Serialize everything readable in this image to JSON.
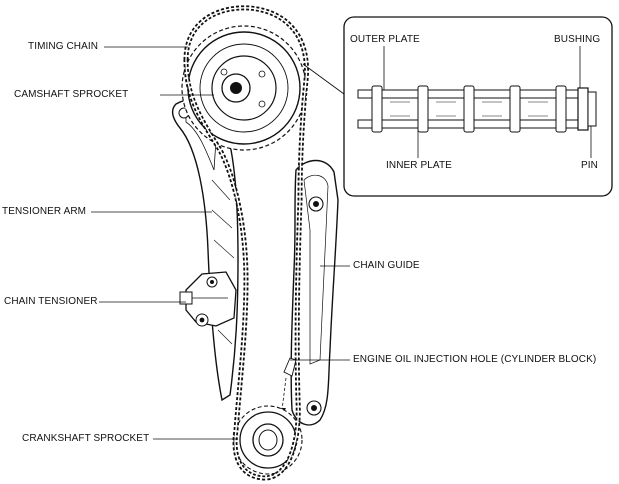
{
  "labels": {
    "timing_chain": "TIMING CHAIN",
    "camshaft_sprocket": "CAMSHAFT SPROCKET",
    "tensioner_arm": "TENSIONER ARM",
    "chain_tensioner": "CHAIN TENSIONER",
    "crankshaft_sprocket": "CRANKSHAFT SPROCKET",
    "chain_guide": "CHAIN GUIDE",
    "oil_injection_hole": "ENGINE OIL INJECTION HOLE (CYLINDER BLOCK)"
  },
  "detail": {
    "outer_plate": "OUTER PLATE",
    "bushing": "BUSHING",
    "inner_plate": "INNER PLATE",
    "pin": "PIN"
  },
  "colors": {
    "ink": "#111111",
    "paper": "#ffffff",
    "shade": "#d9d9d9"
  }
}
